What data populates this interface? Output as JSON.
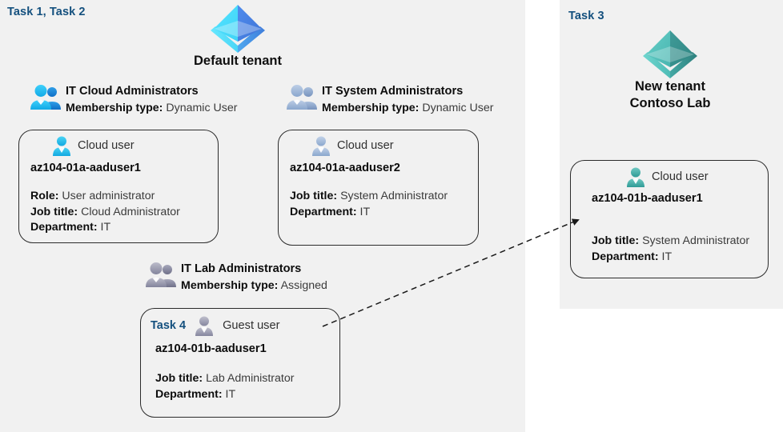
{
  "panels": {
    "left": {
      "task_label": "Task 1, Task 2"
    },
    "right": {
      "task_label": "Task 3"
    }
  },
  "tenants": [
    {
      "name_line1": "Default tenant",
      "name_line2": "",
      "icon": "azure-ad-tenant-icon",
      "color": "#32bdf4"
    },
    {
      "name_line1": "New  tenant",
      "name_line2": "Contoso Lab",
      "icon": "azure-ad-tenant-icon",
      "color": "#4fb3ad"
    }
  ],
  "groups": [
    {
      "name": "IT Cloud Administrators",
      "membership_key": "Membership type:",
      "membership_value": "Dynamic User",
      "icon": "group-users-icon",
      "color": "#23b6ef"
    },
    {
      "name": "IT System Administrators",
      "membership_key": "Membership type:",
      "membership_value": "Dynamic User",
      "icon": "group-users-icon",
      "color": "#9fb6d6"
    },
    {
      "name": "IT Lab Administrators",
      "membership_key": "Membership type:",
      "membership_value": "Assigned",
      "icon": "group-users-icon",
      "color": "#9a9bb0"
    }
  ],
  "cards": [
    {
      "task": "",
      "usertype": "Cloud user",
      "user_icon": "cloud-user-icon",
      "icon_color": "#29bcec",
      "username": "az104-01a-aaduser1",
      "attrs": [
        {
          "key": "Role:",
          "value": "User administrator"
        },
        {
          "key": "Job title:",
          "value": "Cloud Administrator"
        },
        {
          "key": "Department:",
          "value": "IT"
        }
      ]
    },
    {
      "task": "",
      "usertype": "Cloud user",
      "user_icon": "cloud-user-icon",
      "icon_color": "#9fb6d6",
      "username": "az104-01a-aaduser2",
      "attrs": [
        {
          "key": "Job title:",
          "value": "System Administrator"
        },
        {
          "key": "Department:",
          "value": "IT"
        }
      ]
    },
    {
      "task": "Task 4",
      "usertype": "Guest user",
      "user_icon": "guest-user-icon",
      "icon_color": "#9a9bb0",
      "username": "az104-01b-aaduser1",
      "attrs": [
        {
          "key": "Job title:",
          "value": "Lab Administrator"
        },
        {
          "key": "Department:",
          "value": "IT"
        }
      ]
    },
    {
      "task": "",
      "usertype": "Cloud user",
      "user_icon": "cloud-user-icon",
      "icon_color": "#4fb3ad",
      "username": "az104-01b-aaduser1",
      "attrs": [
        {
          "key": "Job title:",
          "value": "System Administrator"
        },
        {
          "key": "Department:",
          "value": "IT"
        }
      ]
    }
  ],
  "connector": {
    "name": "guest-user-to-new-tenant-arrow",
    "style": "dashed",
    "color": "#1a1a1a"
  },
  "colors": {
    "panel_background": "#f1f1f1",
    "page_background": "#ffffff",
    "task_accent": "#14507e",
    "card_border": "#2b2b2b",
    "label_text": "#0d0d0d",
    "value_text": "#3b3b3b"
  }
}
